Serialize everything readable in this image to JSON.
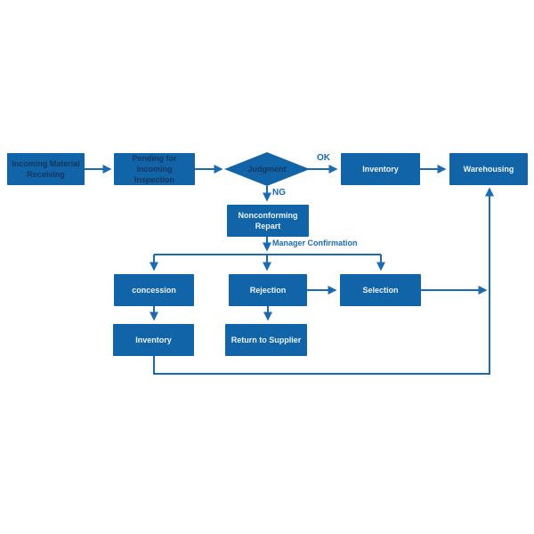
{
  "diagram": {
    "type": "flowchart",
    "background": "#ffffff",
    "palette": {
      "node_fill": "#1164a8",
      "node_text_light": "#eef3f8",
      "node_text_dark": "#15365e",
      "connector": "#1a6bb3",
      "edge_label_text": "#1a6bb3"
    },
    "nodes": {
      "incoming_material": {
        "label": "Incoming Material Receiving",
        "shape": "rect"
      },
      "pending_inspection": {
        "label": "Pending for Incoming Inspection",
        "shape": "rect"
      },
      "judgment": {
        "label": "Judgment",
        "shape": "diamond"
      },
      "inventory_top": {
        "label": "Inventory",
        "shape": "rect"
      },
      "warehousing": {
        "label": "Warehousing",
        "shape": "rect"
      },
      "nonconforming_report": {
        "label": "Nonconforming Repart",
        "shape": "rect"
      },
      "concession": {
        "label": "concession",
        "shape": "rect"
      },
      "rejection": {
        "label": "Rejection",
        "shape": "rect"
      },
      "selection": {
        "label": "Selection",
        "shape": "rect"
      },
      "inventory_bottom": {
        "label": "Inventory",
        "shape": "rect"
      },
      "return_to_supplier": {
        "label": "Return to Supplier",
        "shape": "rect"
      }
    },
    "edge_labels": {
      "ok": "OK",
      "ng": "NG",
      "manager_confirmation": "Manager Confirmation"
    },
    "edges": [
      {
        "from": "Incoming Material Receiving",
        "to": "Pending for Incoming Inspection",
        "label": ""
      },
      {
        "from": "Pending for Incoming Inspection",
        "to": "Judgment",
        "label": ""
      },
      {
        "from": "Judgment",
        "to": "Inventory",
        "label": "OK"
      },
      {
        "from": "Inventory",
        "to": "Warehousing",
        "label": ""
      },
      {
        "from": "Judgment",
        "to": "Nonconforming Repart",
        "label": "NG"
      },
      {
        "from": "Nonconforming Repart",
        "to": "concession",
        "label": "Manager Confirmation"
      },
      {
        "from": "Nonconforming Repart",
        "to": "Rejection",
        "label": "Manager Confirmation"
      },
      {
        "from": "Nonconforming Repart",
        "to": "Selection",
        "label": "Manager Confirmation"
      },
      {
        "from": "concession",
        "to": "Inventory",
        "label": ""
      },
      {
        "from": "Rejection",
        "to": "Return to Supplier",
        "label": ""
      },
      {
        "from": "Rejection",
        "to": "Selection",
        "label": ""
      },
      {
        "from": "Selection",
        "to": "Warehousing",
        "label": ""
      },
      {
        "from": "Inventory",
        "to": "Warehousing",
        "label": ""
      }
    ]
  }
}
